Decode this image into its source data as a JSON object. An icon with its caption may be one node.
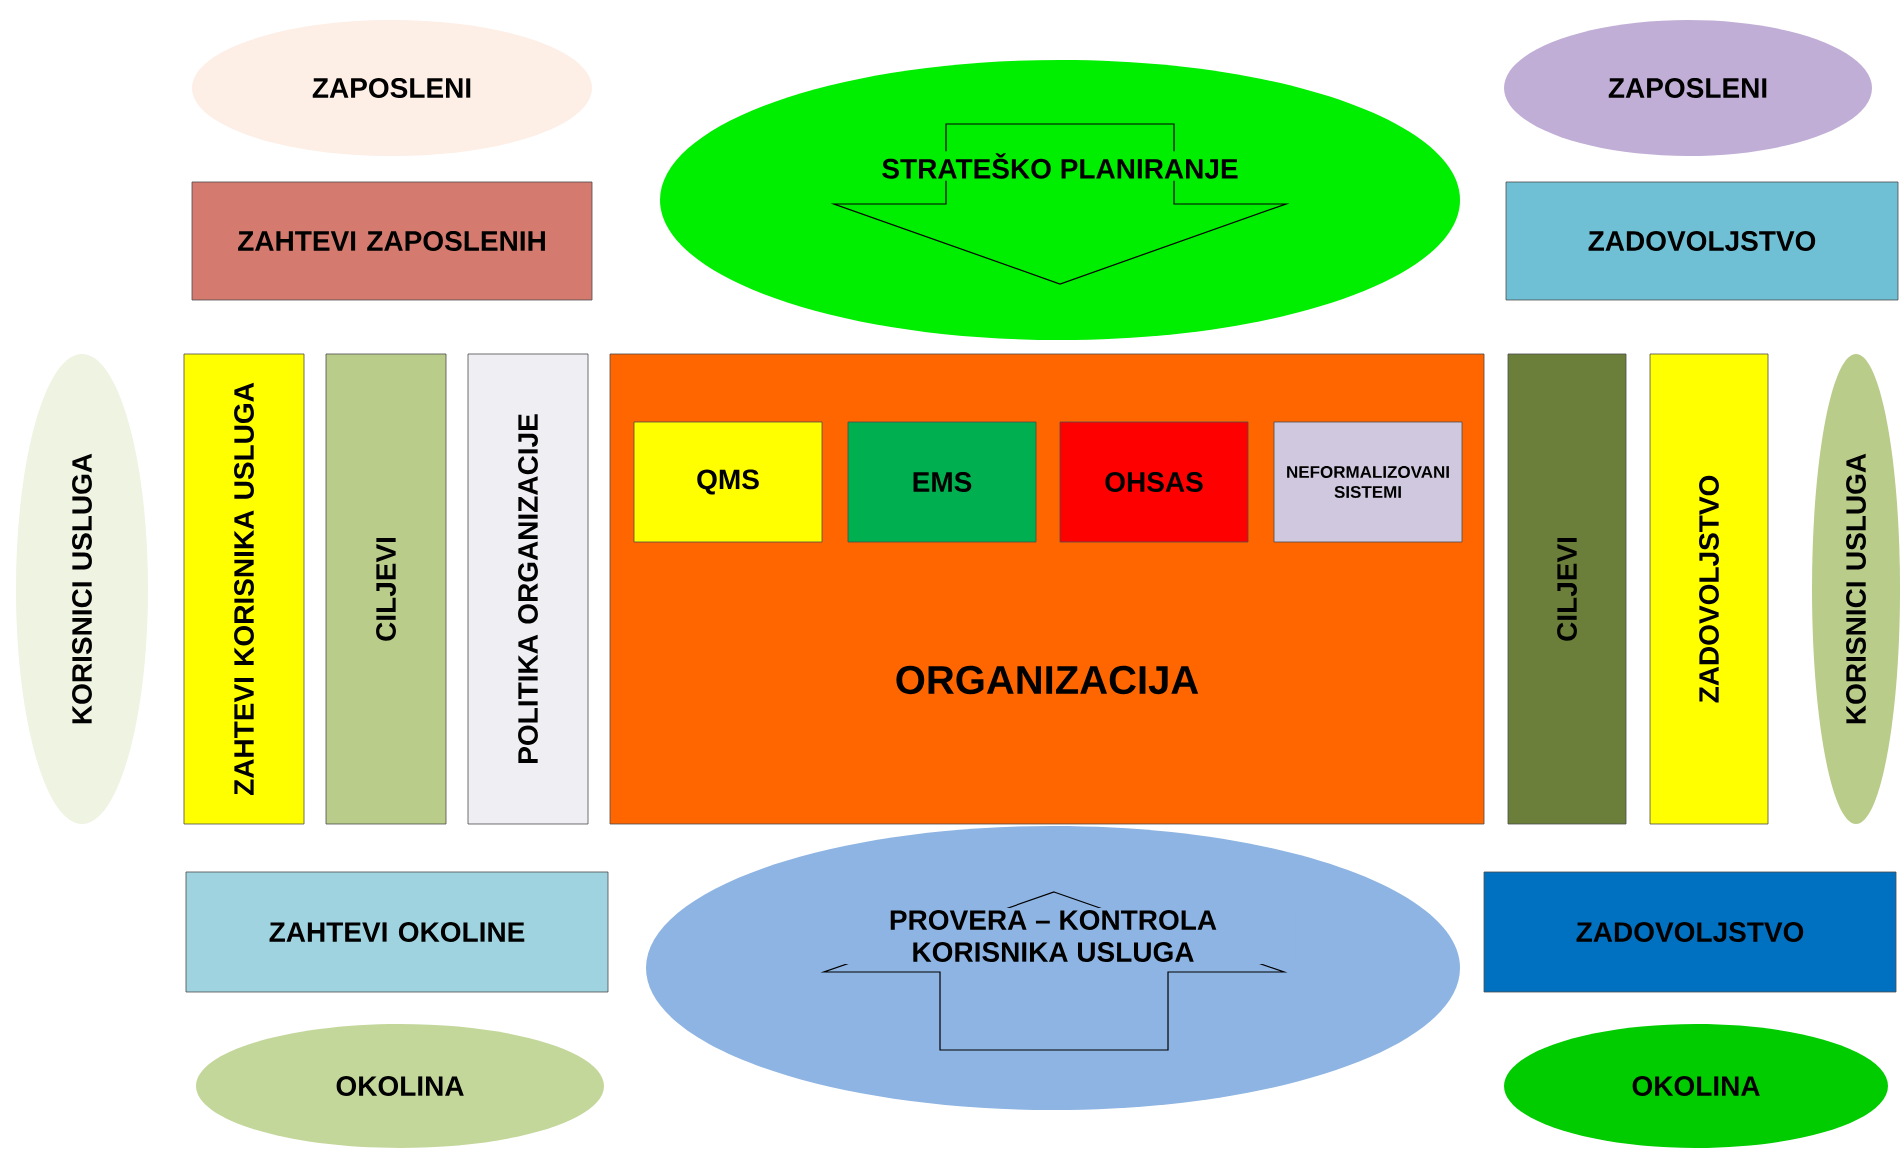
{
  "diagram": {
    "nodes": [
      {
        "text": [
          "ZAPOSLENI"
        ]
      },
      {
        "text": [
          "ZAHTEVI ZAPOSLENIH"
        ]
      },
      {
        "text": [
          "STRATEŠKO PLANIRANJE"
        ]
      },
      {
        "text": [
          "ZAPOSLENI"
        ]
      },
      {
        "text": [
          "ZADOVOLJSTVO"
        ]
      },
      {
        "text": [
          "KORISNICI USLUGA"
        ]
      },
      {
        "text": [
          "ZAHTEVI KORISNIKA USLUGA"
        ]
      },
      {
        "text": [
          "CILJEVI"
        ]
      },
      {
        "text": [
          "POLITIKA ORGANIZACIJE"
        ]
      },
      {
        "text": [
          "ORGANIZACIJA"
        ]
      },
      {
        "text": [
          "QMS"
        ],
        "in": 9
      },
      {
        "text": [
          "EMS"
        ],
        "in": 9
      },
      {
        "text": [
          "OHSAS"
        ],
        "in": 9
      },
      {
        "text": [
          "NEFORMALIZOVANI SISTEMI"
        ],
        "in": 9
      },
      {
        "text": [
          "CILJEVI"
        ]
      },
      {
        "text": [
          "ZADOVOLJSTVO"
        ]
      },
      {
        "text": [
          "KORISNICI USLUGA"
        ]
      },
      {
        "text": [
          "ZAHTEVI OKOLINE"
        ]
      },
      {
        "text": [
          "PROVERA – KONTROLA KORISNIKA USLUGA"
        ]
      },
      {
        "text": [
          "ZADOVOLJSTVO"
        ]
      },
      {
        "text": [
          "OKOLINA"
        ]
      },
      {
        "text": [
          "OKOLINA"
        ]
      }
    ]
  }
}
